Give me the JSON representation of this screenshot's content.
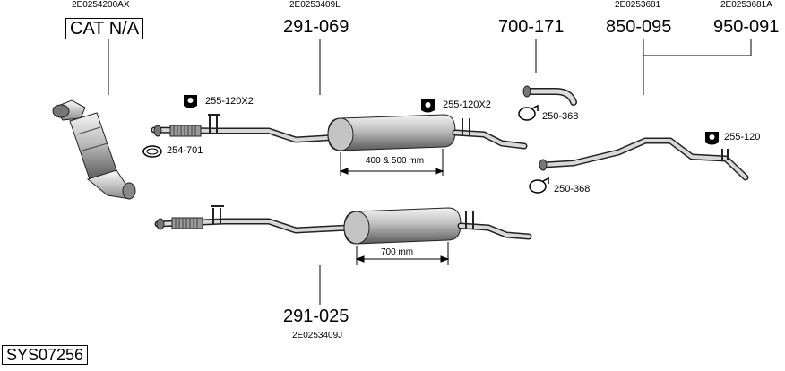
{
  "system": {
    "code": "SYS07256"
  },
  "catalytic": {
    "oe": "2E0254200AX",
    "label": "CAT N/A"
  },
  "clamp_254_701": "254-701",
  "upper_pipe": {
    "oe": "2E0253409L",
    "part": "291-069",
    "mount": "255-120X2",
    "mount2": "255-120X2",
    "dimension": "400 & 500 mm"
  },
  "lower_pipe": {
    "oe": "2E0253409J",
    "part": "291-025",
    "dimension": "700 mm"
  },
  "tail_bend": {
    "part": "700-171",
    "clamp": "250-368"
  },
  "rear_pipe": {
    "oe": "2E0253681",
    "part": "850-095",
    "mount": "255-120",
    "clamp": "250-368"
  },
  "rear_pipe_alt": {
    "oe": "2E0253681A",
    "part": "950-091"
  }
}
